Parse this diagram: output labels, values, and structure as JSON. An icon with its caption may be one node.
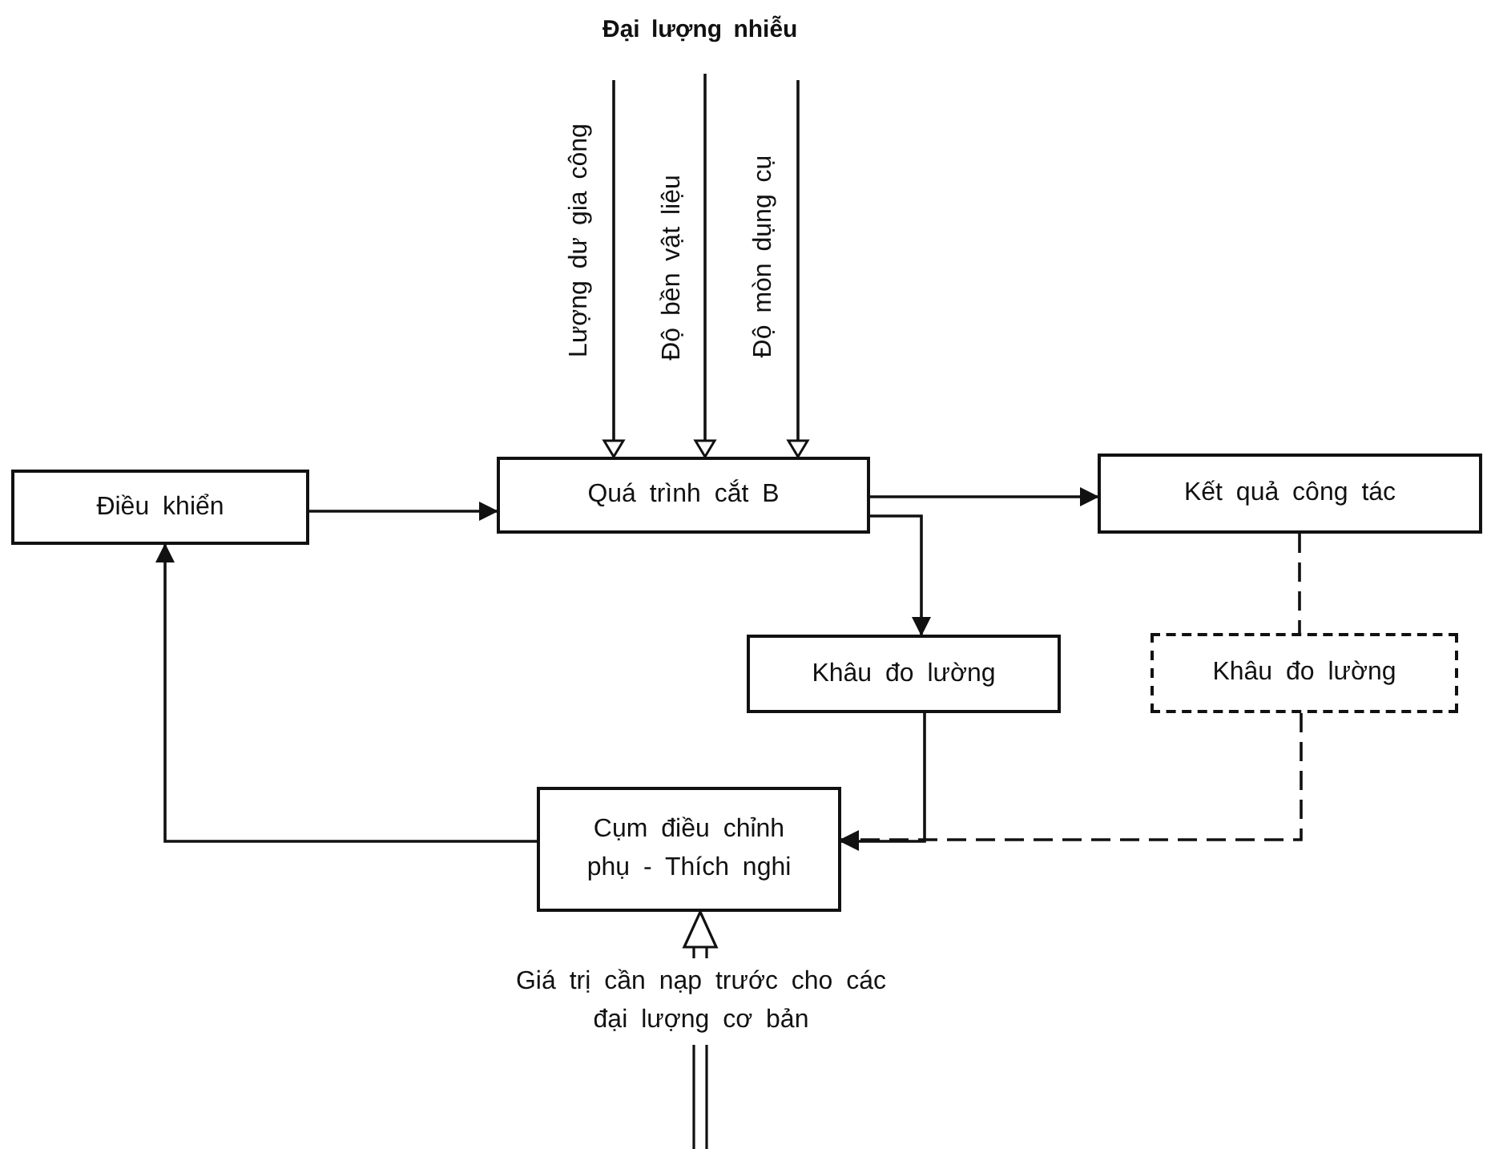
{
  "diagram": {
    "nodes": [
      {
        "text": [
          "Điều khiển"
        ]
      },
      {
        "text": [
          "Quá trình cắt B"
        ]
      },
      {
        "text": [
          "Kết quả công tác"
        ]
      },
      {
        "text": [
          "Khâu đo lường"
        ]
      },
      {
        "text": [
          "Khâu đo lường"
        ]
      },
      {
        "text": [
          "Cụm điều chỉnh phụ - Thích nghi"
        ]
      },
      {
        "text": [
          "Giá trị cần nạp trước cho các đại lượng cơ bản"
        ]
      }
    ],
    "edges": [
      {
        "from": 0,
        "to": 1,
        "arrow": "to"
      },
      {
        "from": 1,
        "to": 2,
        "arrow": "to"
      },
      {
        "from": 1,
        "to": 3,
        "arrow": "to"
      },
      {
        "from": 3,
        "to": 5,
        "arrow": "to"
      },
      {
        "from": 2,
        "to": 4,
        "arrow": "none",
        "style": "dashed"
      },
      {
        "from": 4,
        "to": 5,
        "arrow": "to",
        "style": "dashed"
      },
      {
        "from": 5,
        "to": 0,
        "arrow": "to"
      },
      {
        "from": null,
        "to": 1,
        "arrow": "to",
        "label": "Lượng dư gia công"
      },
      {
        "from": null,
        "to": 1,
        "arrow": "to",
        "label": "Độ bền vật liệu"
      },
      {
        "from": null,
        "to": 1,
        "arrow": "to",
        "label": "Độ mòn dụng cụ"
      },
      {
        "from": 6,
        "to": 5,
        "arrow": "to"
      },
      {
        "from": null,
        "to": 6,
        "arrow": "none"
      }
    ],
    "labels": [
      "Đại lượng nhiễu"
    ]
  }
}
